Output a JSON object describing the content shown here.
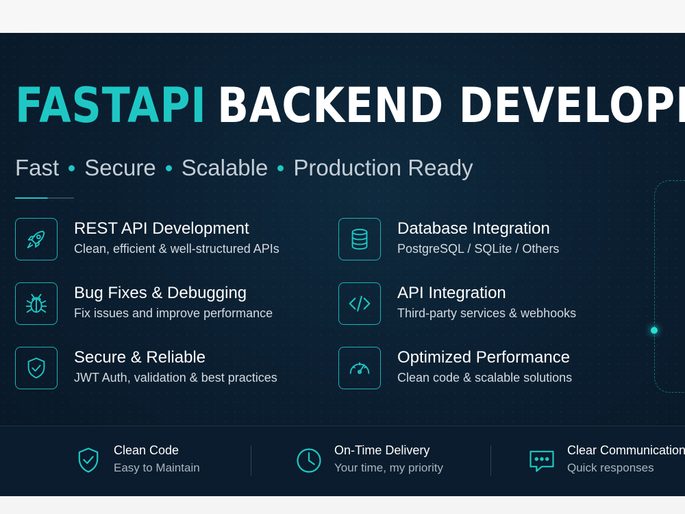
{
  "headline": {
    "accent": "FASTAPI",
    "rest": "BACKEND DEVELOPER"
  },
  "tagline": [
    "Fast",
    "Secure",
    "Scalable",
    "Production Ready"
  ],
  "features": [
    {
      "icon": "rocket-icon",
      "title": "REST API Development",
      "desc": "Clean, efficient & well-structured APIs"
    },
    {
      "icon": "database-icon",
      "title": "Database Integration",
      "desc": "PostgreSQL / SQLite / Others"
    },
    {
      "icon": "bug-icon",
      "title": "Bug Fixes & Debugging",
      "desc": "Fix issues and improve performance"
    },
    {
      "icon": "code-icon",
      "title": "API Integration",
      "desc": "Third-party services & webhooks"
    },
    {
      "icon": "shield-check-icon",
      "title": "Secure & Reliable",
      "desc": "JWT Auth, validation & best practices"
    },
    {
      "icon": "speedometer-icon",
      "title": "Optimized Performance",
      "desc": "Clean code & scalable solutions"
    }
  ],
  "footer": [
    {
      "icon": "shield-check-icon",
      "title": "Clean Code",
      "desc": "Easy to Maintain"
    },
    {
      "icon": "clock-icon",
      "title": "On-Time Delivery",
      "desc": "Your time, my priority"
    },
    {
      "icon": "chat-bubble-icon",
      "title": "Clear Communication",
      "desc": "Quick responses"
    }
  ],
  "colors": {
    "accent": "#1fc7c4",
    "background": "#0b1f31",
    "text": "#ffffff"
  }
}
